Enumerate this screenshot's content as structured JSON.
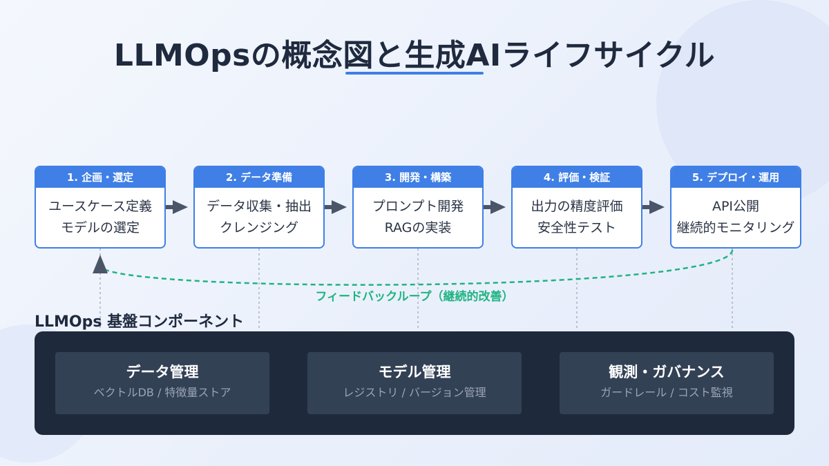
{
  "title": "LLMOpsの概念図と生成AIライフサイクル",
  "stages": [
    {
      "header": "1. 企画・選定",
      "line1": "ユースケース定義",
      "line2": "モデルの選定"
    },
    {
      "header": "2. データ準備",
      "line1": "データ収集・抽出",
      "line2": "クレンジング"
    },
    {
      "header": "3. 開発・構築",
      "line1": "プロンプト開発",
      "line2": "RAGの実装"
    },
    {
      "header": "4. 評価・検証",
      "line1": "出力の精度評価",
      "line2": "安全性テスト"
    },
    {
      "header": "5. デプロイ・運用",
      "line1": "API公開",
      "line2": "継続的モニタリング"
    }
  ],
  "feedback_label": "フィードバックループ（継続的改善）",
  "foundation": {
    "title": "LLMOps 基盤コンポーネント",
    "components": [
      {
        "title": "データ管理",
        "subtitle": "ベクトルDB / 特徴量ストア"
      },
      {
        "title": "モデル管理",
        "subtitle": "レジストリ / バージョン管理"
      },
      {
        "title": "観測・ガバナンス",
        "subtitle": "ガードレール / コスト監視"
      }
    ]
  },
  "colors": {
    "accent": "#3f7fe6",
    "feedback": "#1fb382",
    "arrow": "#4a5568",
    "panel": "#1e293b",
    "card": "#334155"
  }
}
